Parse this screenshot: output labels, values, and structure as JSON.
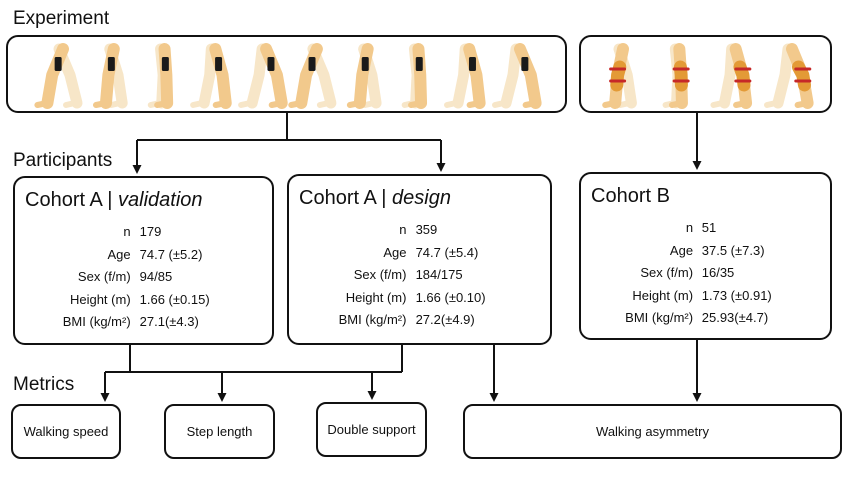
{
  "sections": {
    "experiment": "Experiment",
    "participants": "Participants",
    "metrics": "Metrics"
  },
  "cohorts": [
    {
      "title": "Cohort A |",
      "subtitle": "validation",
      "stats": [
        {
          "key": "n",
          "value": "179"
        },
        {
          "key": "Age",
          "value": "74.7 (±5.2)"
        },
        {
          "key": "Sex (f/m)",
          "value": "94/85"
        },
        {
          "key": "Height (m)",
          "value": "1.66 (±0.15)"
        },
        {
          "key": "BMI (kg/m²)",
          "value": "27.1(±4.3)"
        }
      ]
    },
    {
      "title": "Cohort A |",
      "subtitle": "design",
      "stats": [
        {
          "key": "n",
          "value": "359"
        },
        {
          "key": "Age",
          "value": "74.7 (±5.4)"
        },
        {
          "key": "Sex (f/m)",
          "value": "184/175"
        },
        {
          "key": "Height (m)",
          "value": "1.66 (±0.10)"
        },
        {
          "key": "BMI (kg/m²)",
          "value": "27.2(±4.9)"
        }
      ]
    },
    {
      "title": "Cohort B",
      "subtitle": "",
      "stats": [
        {
          "key": "n",
          "value": "51"
        },
        {
          "key": "Age",
          "value": "37.5 (±7.3)"
        },
        {
          "key": "Sex (f/m)",
          "value": "16/35"
        },
        {
          "key": "Height (m)",
          "value": "1.73 (±0.91)"
        },
        {
          "key": "BMI (kg/m²)",
          "value": "25.93(±4.7)"
        }
      ]
    }
  ],
  "metrics": [
    "Walking speed",
    "Step length",
    "Double support",
    "Walking asymmetry"
  ],
  "illustrations": {
    "legs_left_count": 10,
    "legs_right_count": 4,
    "skin_color": "#F7E6C8",
    "skin_color_alt": "#F2C98C",
    "sensor_color": "#1A1A1A",
    "knee_highlight_color": "#E39A36",
    "band_color": "#C62828",
    "line_color": "#111111"
  }
}
